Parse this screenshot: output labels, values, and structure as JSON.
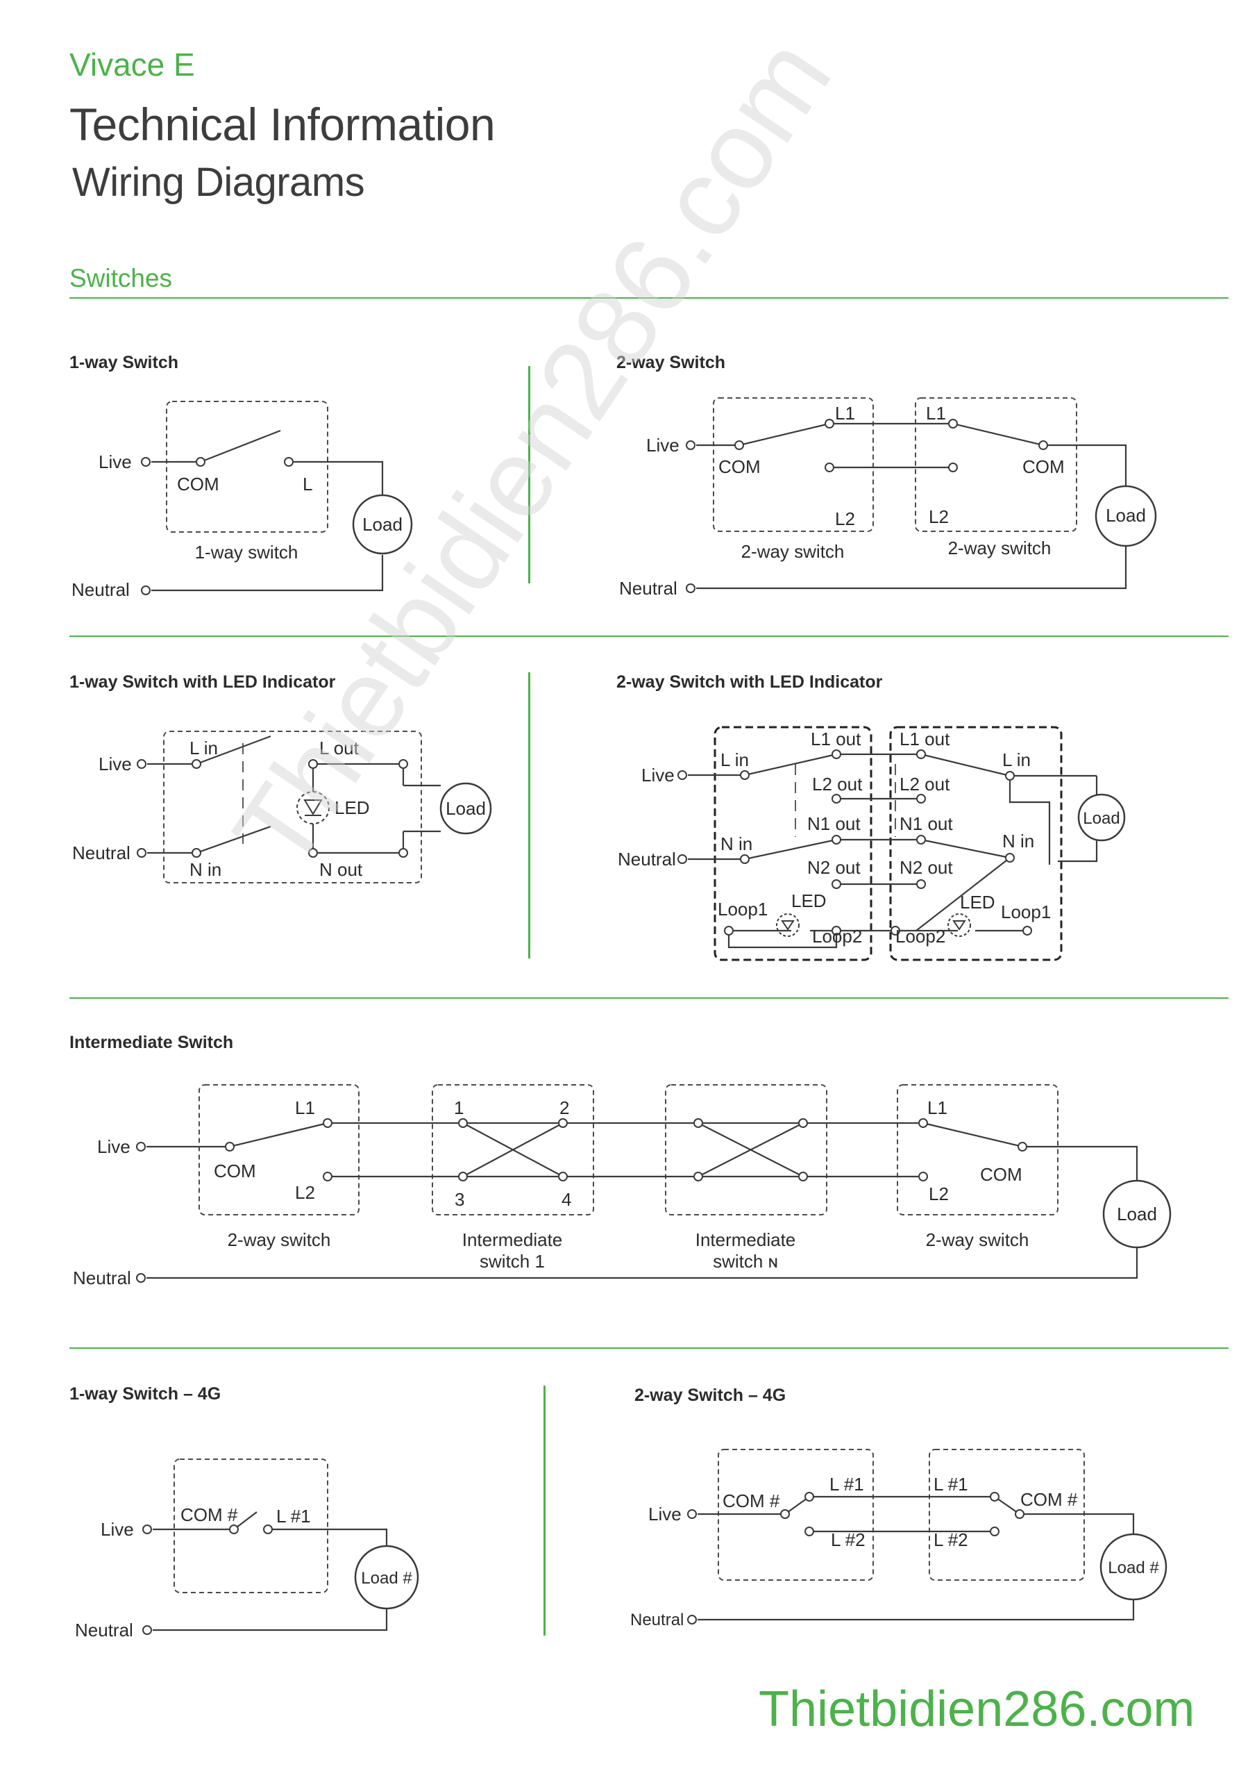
{
  "header": {
    "brand": "Vivace E",
    "title": "Technical Information",
    "subtitle": "Wiring Diagrams"
  },
  "section": {
    "title": "Switches"
  },
  "diagrams": {
    "one_way": {
      "title": "1-way Switch",
      "live": "Live",
      "neutral": "Neutral",
      "com": "COM",
      "l": "L",
      "load": "Load",
      "caption": "1-way switch"
    },
    "two_way": {
      "title": "2-way Switch",
      "live": "Live",
      "neutral": "Neutral",
      "com": "COM",
      "l1": "L1",
      "l2": "L2",
      "load": "Load",
      "caption_left": "2-way switch",
      "caption_right": "2-way switch"
    },
    "one_way_led": {
      "title": "1-way Switch with LED Indicator",
      "live": "Live",
      "neutral": "Neutral",
      "l_in": "L in",
      "l_out": "L out",
      "n_in": "N in",
      "n_out": "N out",
      "led": "LED",
      "load": "Load"
    },
    "two_way_led": {
      "title": "2-way Switch with LED Indicator",
      "live": "Live",
      "neutral": "Neutral",
      "l_in": "L in",
      "l1_out": "L1 out",
      "l2_out": "L2 out",
      "n_in": "N in",
      "n1_out": "N1 out",
      "n2_out": "N2 out",
      "loop1": "Loop1",
      "loop2": "Loop2",
      "led": "LED",
      "load": "Load"
    },
    "intermediate": {
      "title": "Intermediate Switch",
      "live": "Live",
      "neutral": "Neutral",
      "com": "COM",
      "l1": "L1",
      "l2": "L2",
      "t1": "1",
      "t2": "2",
      "t3": "3",
      "t4": "4",
      "load": "Load",
      "caption_2way": "2-way switch",
      "caption_int1_a": "Intermediate",
      "caption_int1_b": "switch 1",
      "caption_intn_a": "Intermediate",
      "caption_intn_b": "switch ɴ"
    },
    "one_way_4g": {
      "title": "1-way Switch – 4G",
      "live": "Live",
      "neutral": "Neutral",
      "com": "COM #",
      "l": "L #1",
      "load": "Load #"
    },
    "two_way_4g": {
      "title": "2-way Switch – 4G",
      "live": "Live",
      "neutral": "Neutral",
      "com": "COM #",
      "l1": "L #1",
      "l2": "L #2",
      "load": "Load #"
    }
  },
  "watermark": "Thietbidien286.com",
  "footer": {
    "site": "Thietbidien286.com"
  },
  "colors": {
    "accent": "#4cb24a",
    "text": "#3d3d3d",
    "line": "#3a3a3a"
  }
}
